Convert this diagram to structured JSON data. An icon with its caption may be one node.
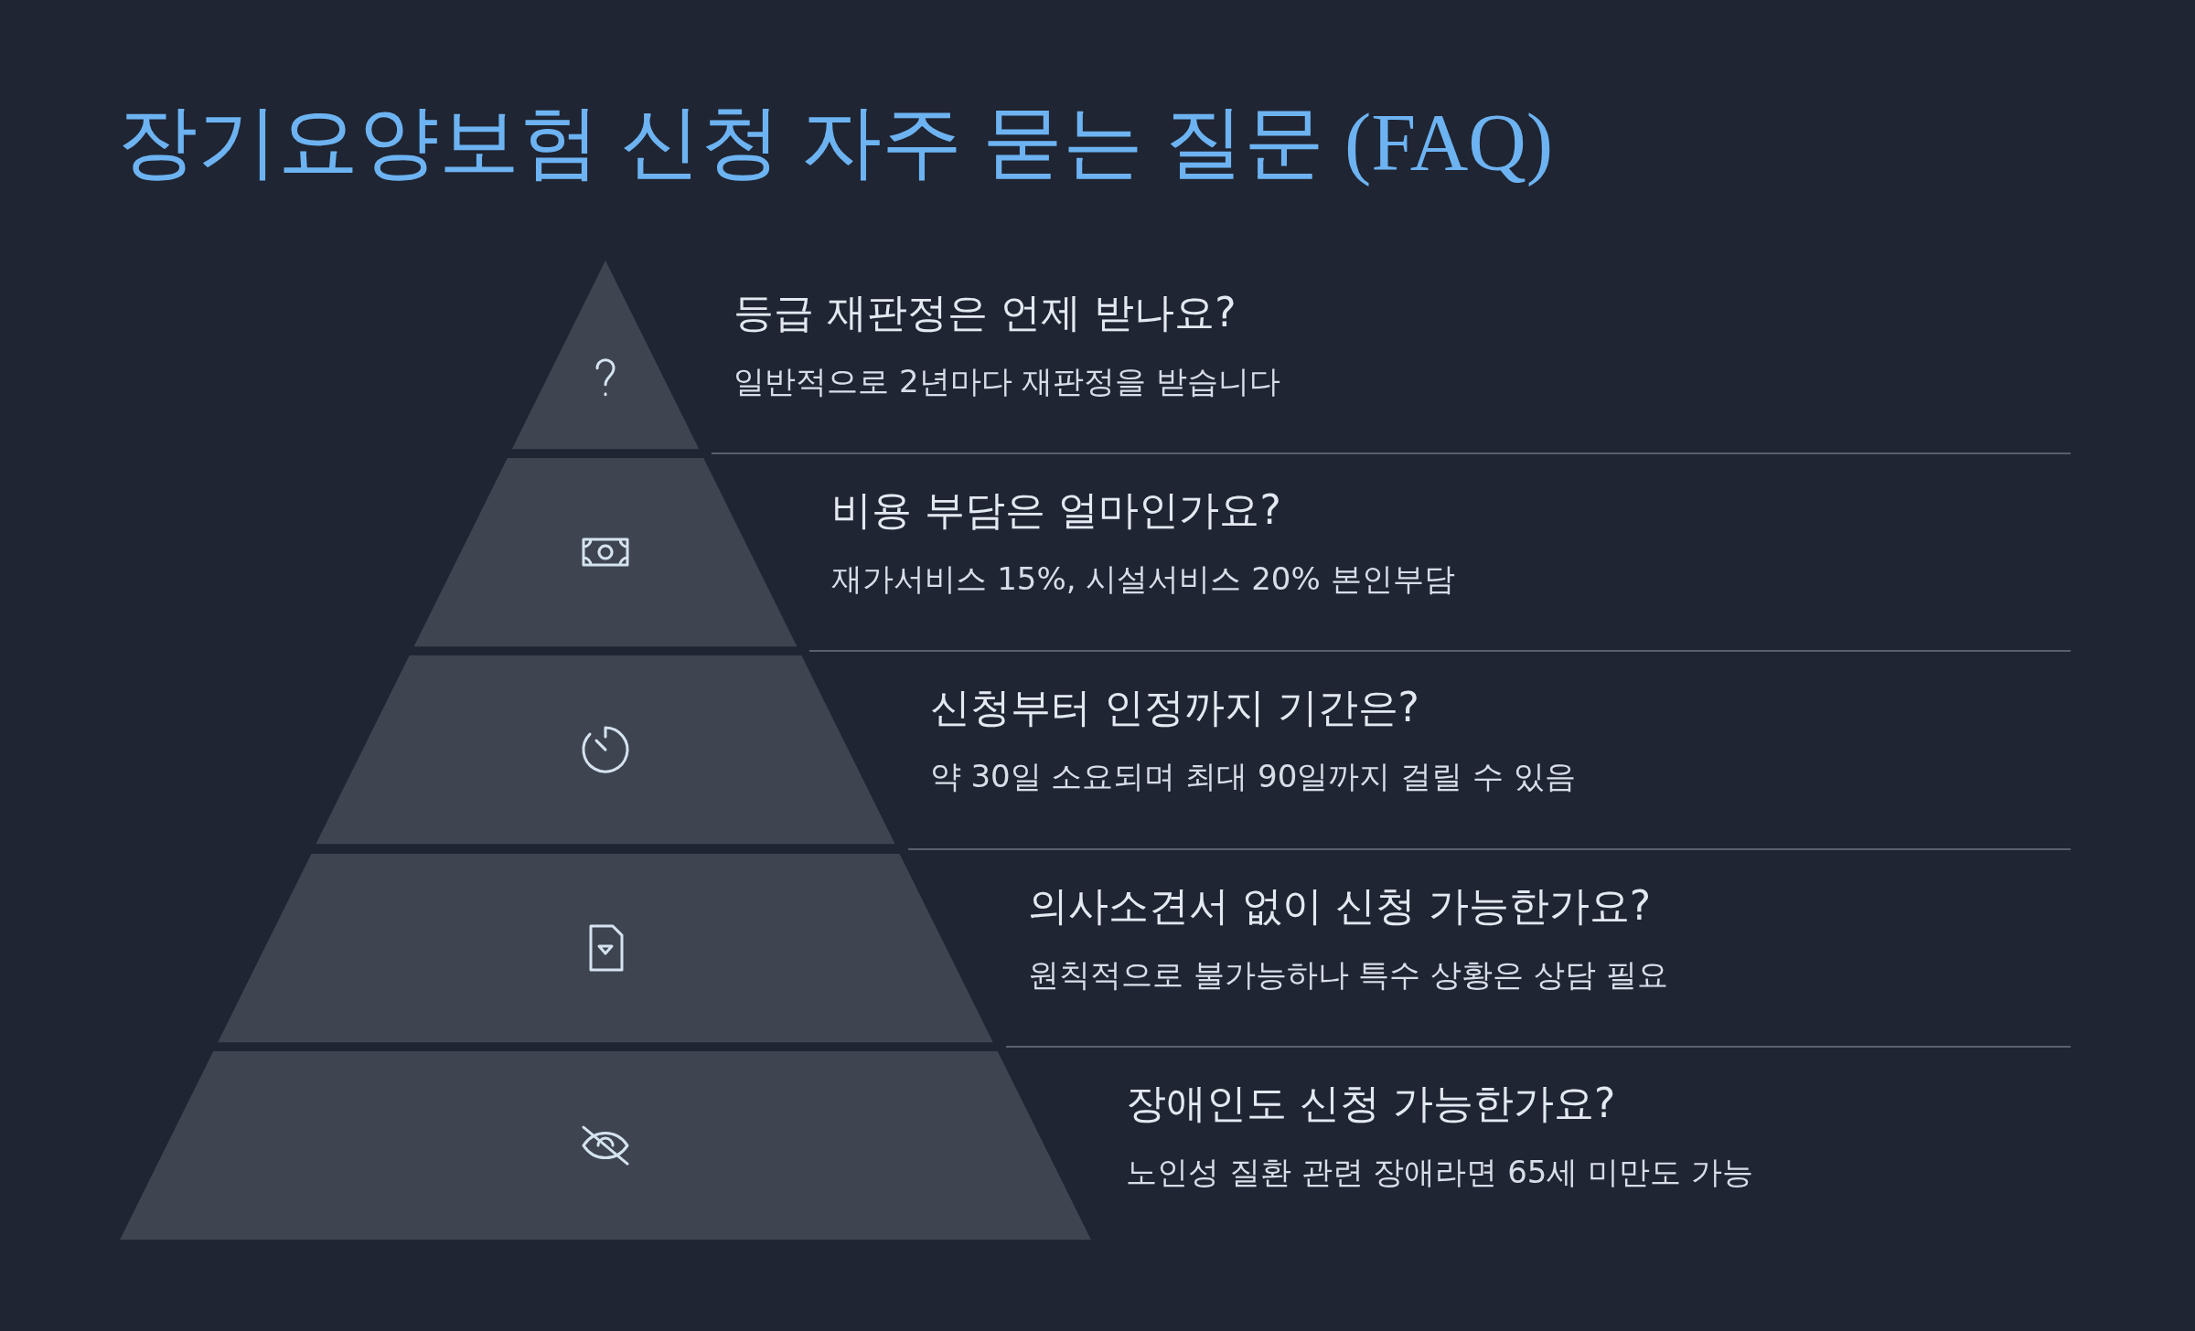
{
  "diagram": {
    "title": "장기요양보험 신청 자주 묻는 질문 (FAQ)",
    "nodes": [
      {
        "text": [
          "등급 재판정은 언제 받나요?",
          "일반적으로 2년마다 재판정을 받습니다"
        ]
      },
      {
        "text": [
          "비용 부담은 얼마인가요?",
          "재가서비스 15%, 시설서비스 20% 본인부담"
        ]
      },
      {
        "text": [
          "신청부터 인정까지 기간은?",
          "약 30일 소요되며 최대 90일까지 걸릴 수 있음"
        ]
      },
      {
        "text": [
          "의사소견서 없이 신청 가능한가요?",
          "원칙적으로 불가능하나 특수 상황은 상담 필요"
        ]
      },
      {
        "text": [
          "장애인도 신청 가능한가요?",
          "노인성 질환 관련 장애라면 65세 미만도 가능"
        ]
      }
    ]
  }
}
